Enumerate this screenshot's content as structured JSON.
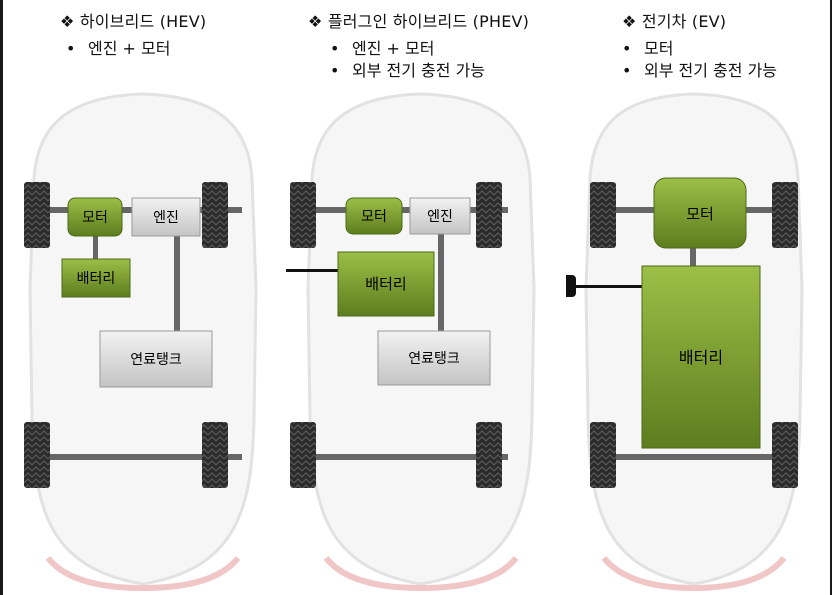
{
  "panels": [
    {
      "title": "❖ 하이브리드 (HEV)",
      "bullets": [
        "엔진 + 모터"
      ],
      "blocks": {
        "motor": "모터",
        "engine": "엔진",
        "battery": "배터리",
        "fuel_tank": "연료탱크"
      }
    },
    {
      "title": "❖ 플러그인 하이브리드 (PHEV)",
      "bullets": [
        "엔진 + 모터",
        "외부 전기 충전 가능"
      ],
      "blocks": {
        "motor": "모터",
        "engine": "엔진",
        "battery": "배터리",
        "fuel_tank": "연료탱크"
      }
    },
    {
      "title": "❖ 전기차 (EV)",
      "bullets": [
        "모터",
        "외부 전기 충전 가능"
      ],
      "blocks": {
        "motor": "모터",
        "battery": "배터리"
      }
    }
  ],
  "colors": {
    "green_block": "#7a9a2c",
    "gray_block": "#d6d6d6",
    "axle": "#666666",
    "tire": "#2a2a2a"
  }
}
